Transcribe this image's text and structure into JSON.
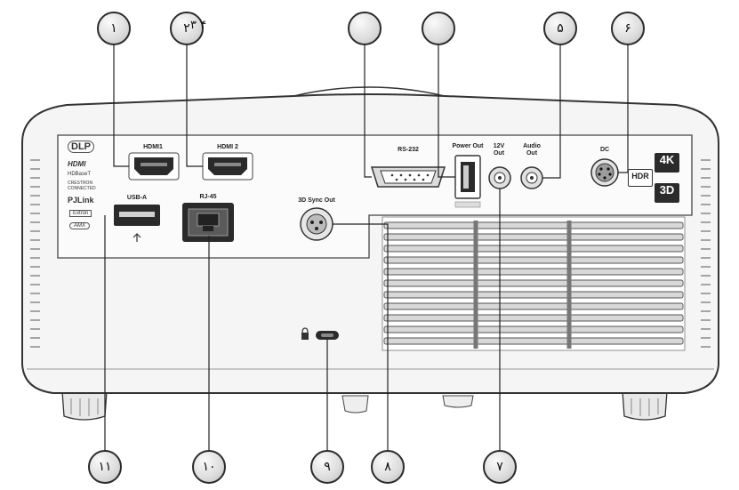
{
  "callouts": [
    {
      "id": "1",
      "label": "١"
    },
    {
      "id": "2",
      "label": "٢",
      "extra": "٣ ۴"
    },
    {
      "id": "rs",
      "label": ""
    },
    {
      "id": "pw",
      "label": ""
    },
    {
      "id": "5",
      "label": "۵"
    },
    {
      "id": "6",
      "label": "۶"
    },
    {
      "id": "7",
      "label": "٧"
    },
    {
      "id": "8",
      "label": "٨"
    },
    {
      "id": "9",
      "label": "٩"
    },
    {
      "id": "10",
      "label": "١٠"
    },
    {
      "id": "11",
      "label": "١١"
    }
  ],
  "ports": {
    "hdmi1": "HDMI1",
    "hdmi2": "HDMI 2",
    "rs232": "RS-232",
    "power_out": "Power Out",
    "out12v_a": "12V",
    "out12v_b": "Out",
    "audio_a": "Audio",
    "audio_b": "Out",
    "dc": "DC",
    "usb_a": "USB-A",
    "rj45": "RJ-45",
    "sync3d": "3D Sync Out"
  },
  "badges": {
    "k4": "4K",
    "hdr": "HDR",
    "d3": "3D"
  },
  "logos": {
    "dlp": "DLP",
    "hdmi": "HDMI",
    "hdbaset": "HDBaseT",
    "crestron": "CRESTRON CONNECTED",
    "pjlink": "PJLink",
    "extron": "Extron",
    "amx": "AMX"
  },
  "colors": {
    "body": "#f4f4f4",
    "outline": "#3a3a3a",
    "port_dark": "#2a2a2a",
    "badge": "#2b2b2b"
  },
  "icon_names": [
    "lock-icon",
    "usb-icon",
    "hdmi-port-icon",
    "ethernet-port-icon"
  ]
}
